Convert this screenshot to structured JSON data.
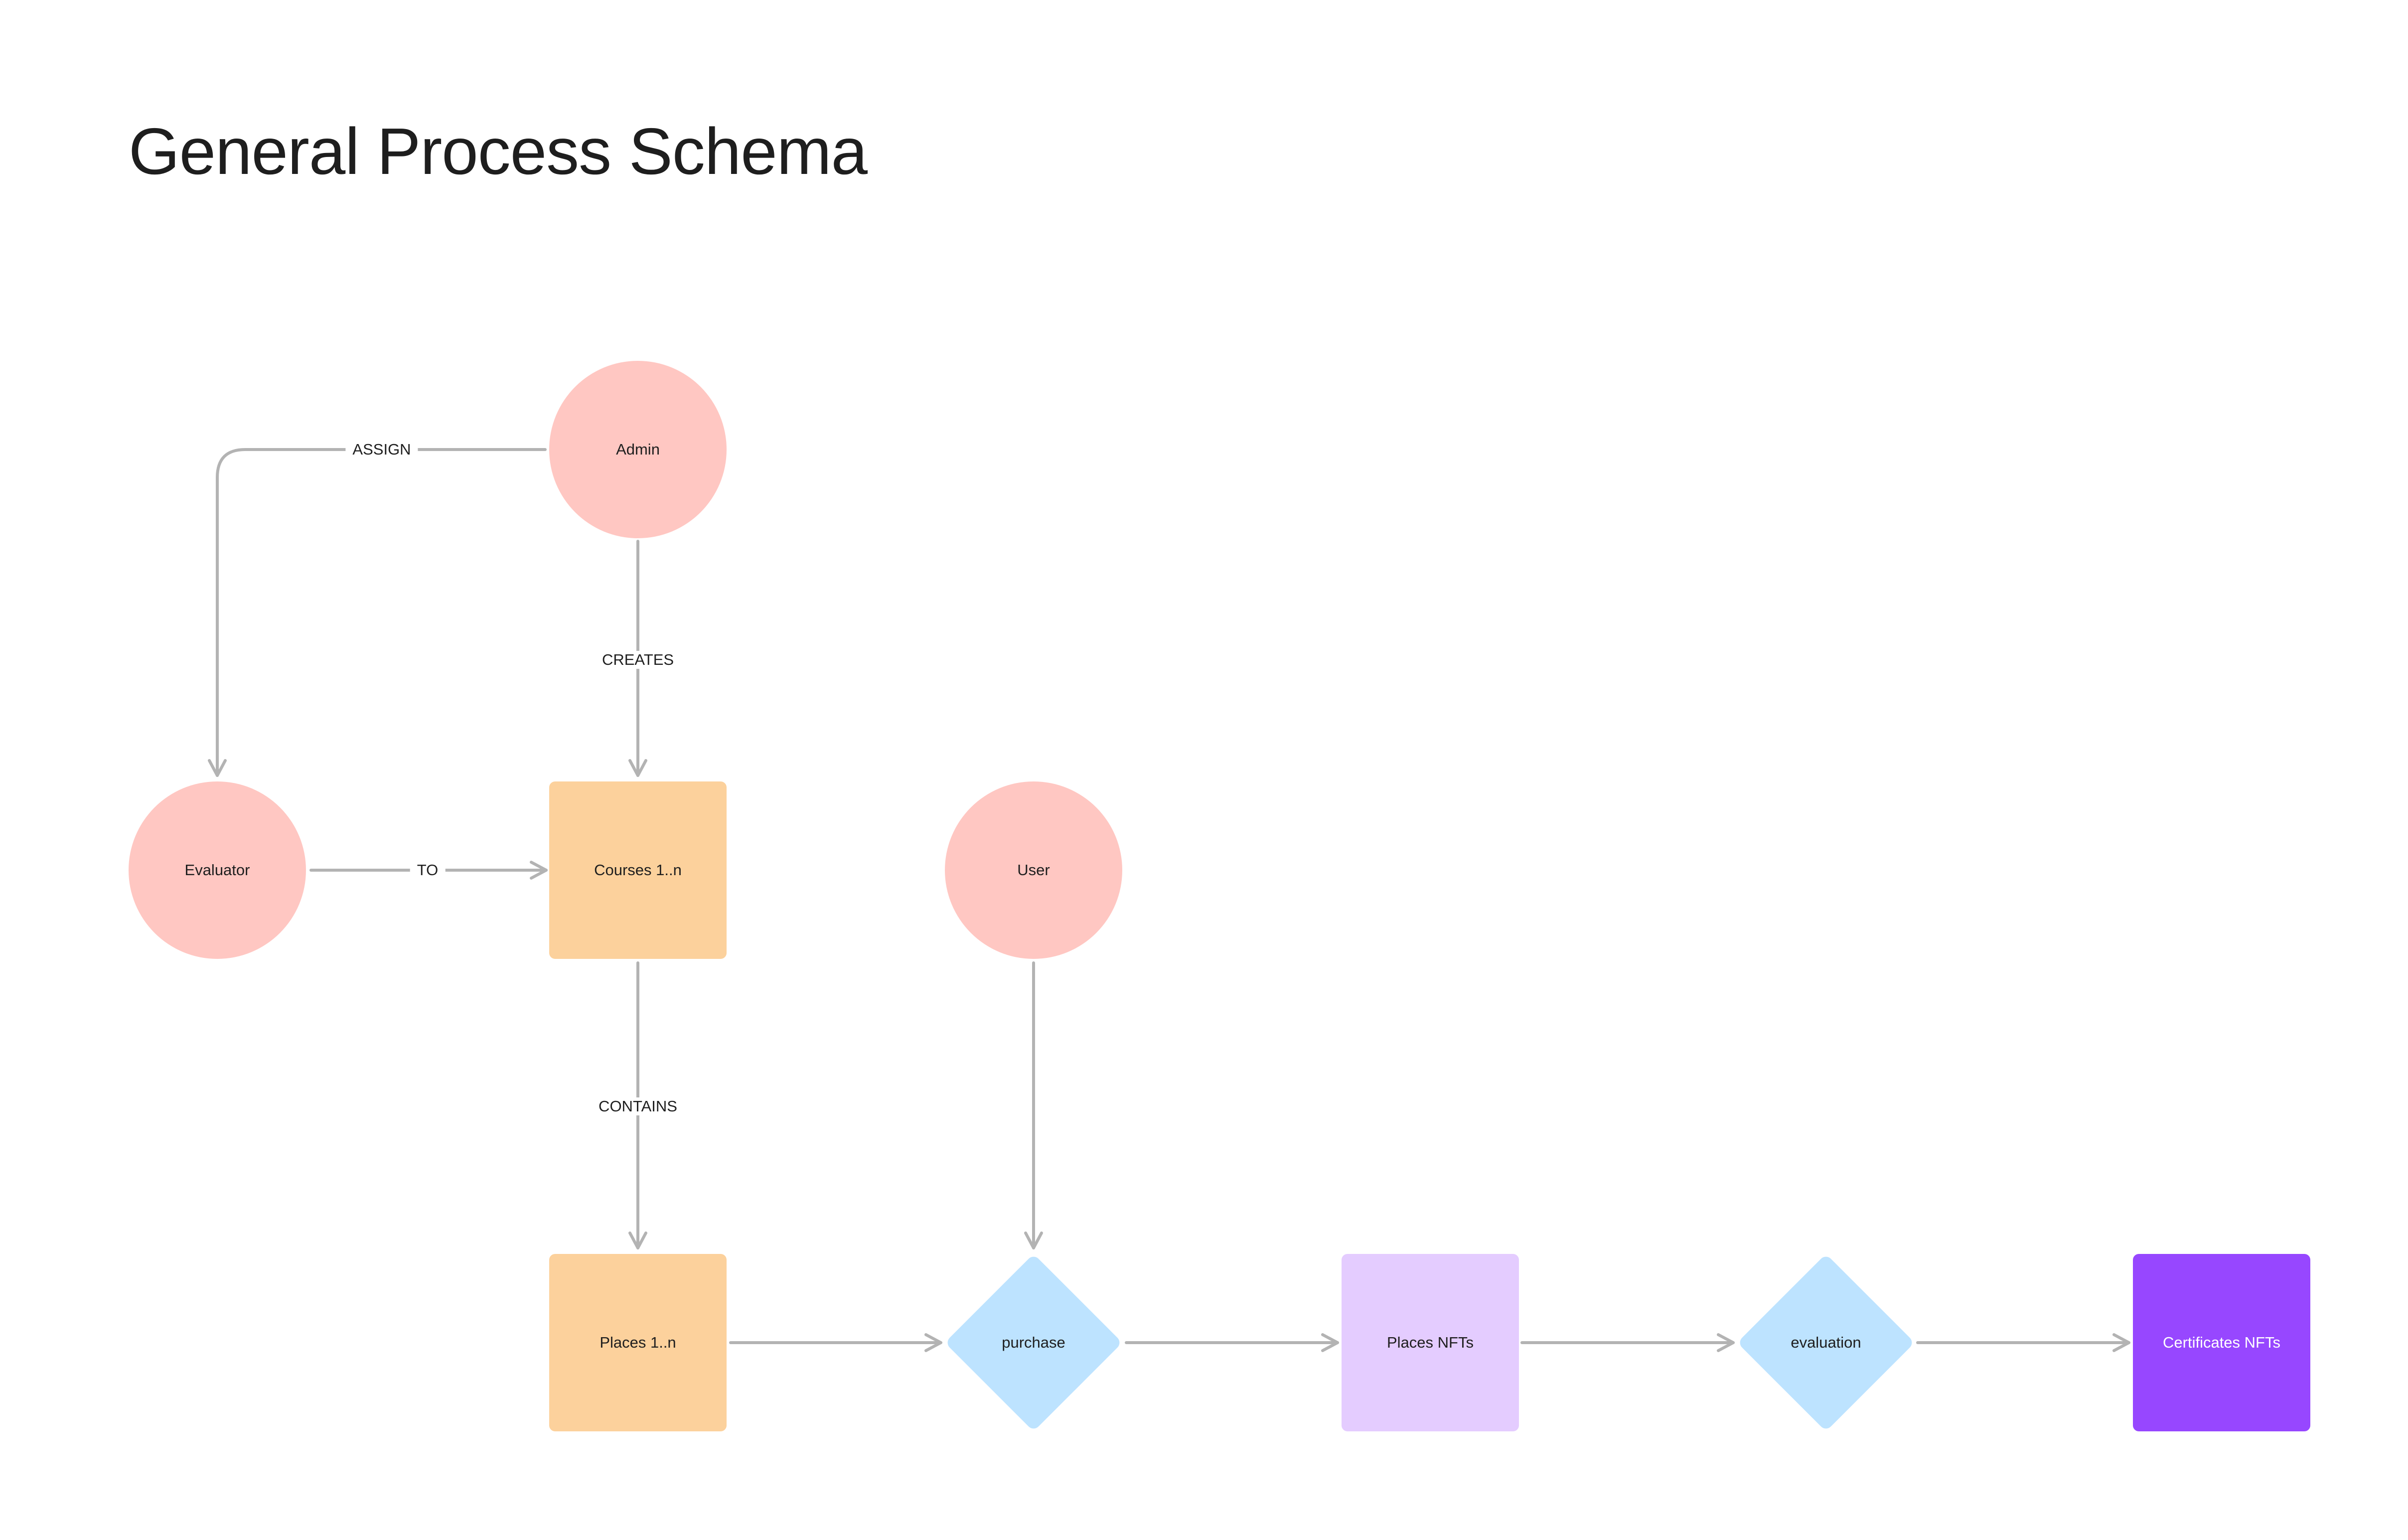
{
  "title": "General Process Schema",
  "nodes": {
    "admin": "Admin",
    "evaluator": "Evaluator",
    "courses": "Courses 1..n",
    "user": "User",
    "places": "Places 1..n",
    "purchase": "purchase",
    "places_nfts": "Places NFTs",
    "evaluation": "evaluation",
    "certificates_nfts": "Certificates NFTs"
  },
  "connectors": {
    "assign": "ASSIGN",
    "creates": "CREATES",
    "to": "TO",
    "contains": "CONTAINS"
  },
  "colors": {
    "actor": "#ffc7c2",
    "entity": "#fcd19c",
    "decision": "#bde3ff",
    "nft": "#e4ccff",
    "certificate": "#9747ff",
    "connector": "#b3b3b3"
  }
}
